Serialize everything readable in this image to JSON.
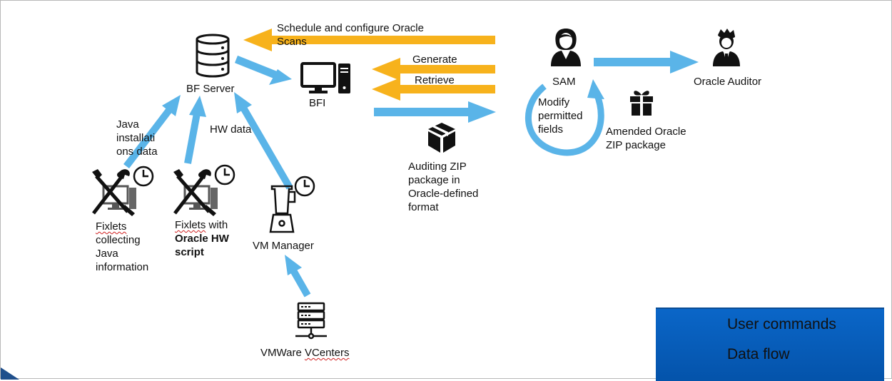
{
  "diagram": {
    "top_command": "Schedule and configure Oracle\nScans",
    "bf_server": "BF Server",
    "bfi": "BFI",
    "generate": "Generate",
    "retrieve": "Retrieve",
    "sam": "SAM",
    "oracle_auditor": "Oracle Auditor",
    "modify_fields": "Modify\npermitted\nfields",
    "amended_package": "Amended Oracle\nZIP package",
    "auditing_zip": "Auditing ZIP\npackage in\nOracle-defined\nformat",
    "java_data": "Java\ninstallati\nons data",
    "hw_data": "HW data",
    "fixlets_java_word": "Fixlets",
    "fixlets_java_rest": "collecting\nJava\ninformation",
    "fixlets_hw_word": "Fixlets",
    "fixlets_hw_with": " with",
    "fixlets_hw_bold": "Oracle HW\nscript",
    "vm_manager": "VM Manager",
    "vmware_prefix": "VMWare ",
    "vmware_word": "VCenters"
  },
  "legend": {
    "user_commands": "User commands",
    "data_flow": "Data flow"
  },
  "colors": {
    "command_arrow": "#f7b21c",
    "data_arrow": "#5ab4e8",
    "legend_bg": "#0a60c0",
    "icon_dark": "#111111"
  },
  "icons": [
    "database-icon",
    "desktop-computer-icon",
    "businesswoman-icon",
    "businessman-icon",
    "gift-icon",
    "package-box-icon",
    "no-tools-computer-icon",
    "clock-icon",
    "blender-icon",
    "server-rack-icon"
  ]
}
